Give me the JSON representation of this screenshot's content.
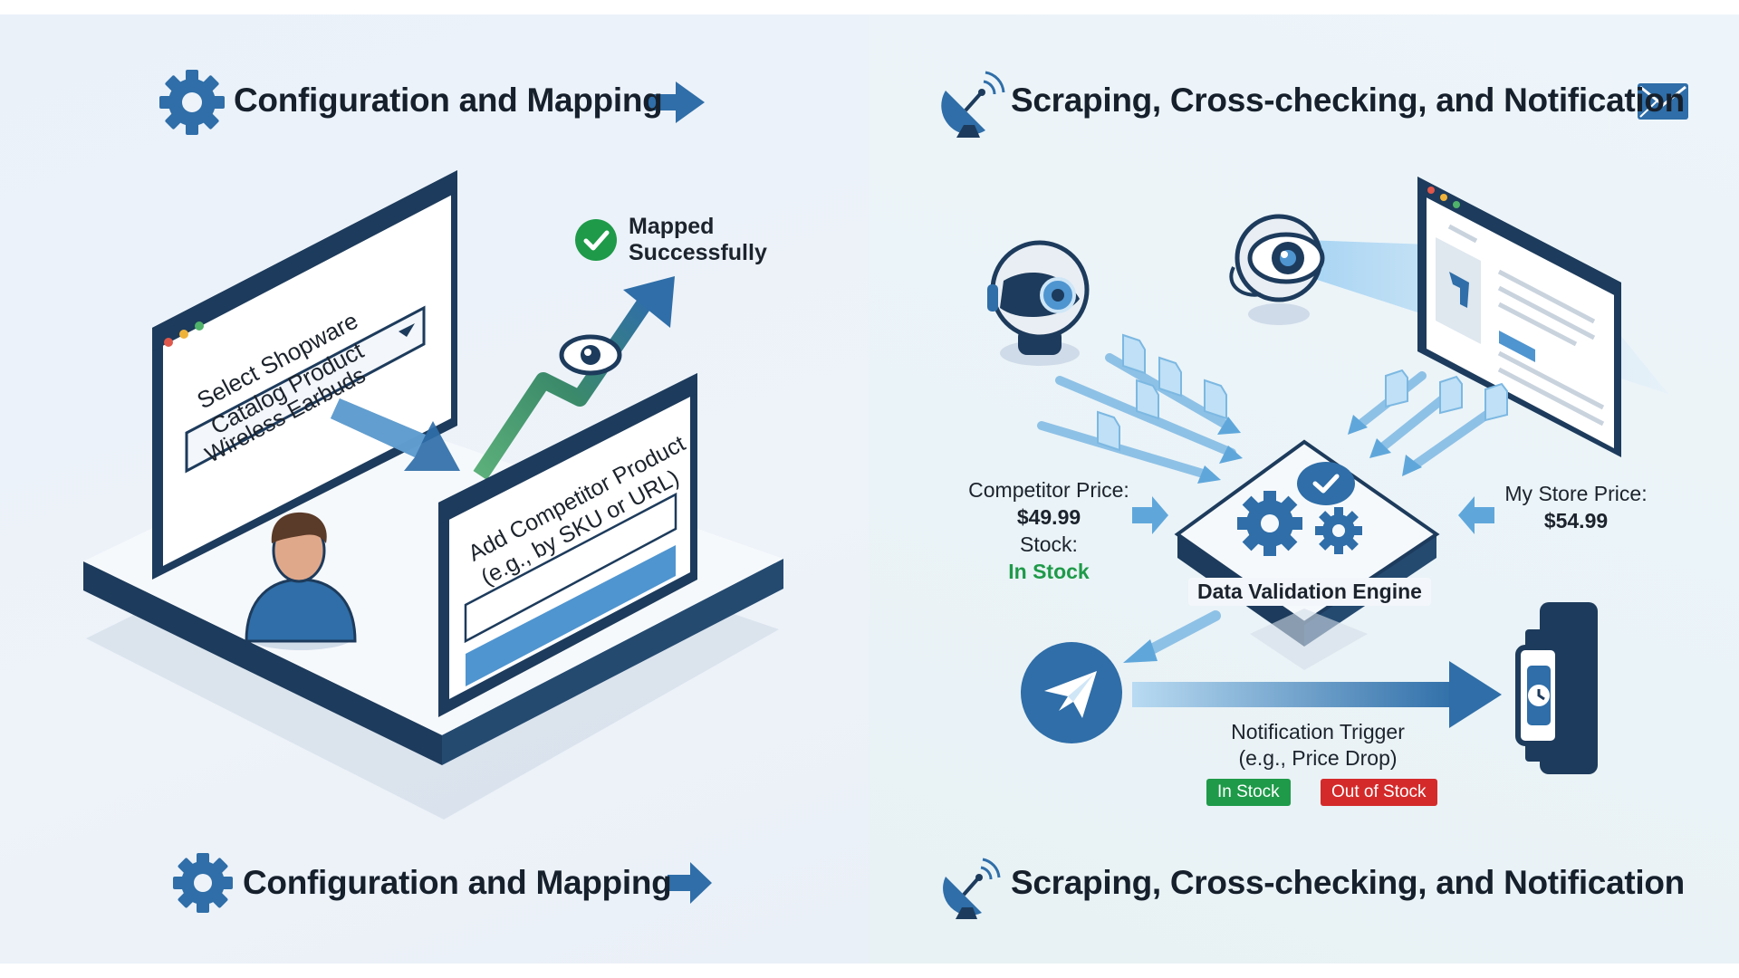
{
  "left": {
    "heading": "Configuration and Mapping",
    "footer_heading": "Configuration and Mapping",
    "select_form": {
      "title_line1": "Select Shopware",
      "title_line2": "Catalog Product",
      "selected_value": "Wireless Earbuds"
    },
    "competitor_form": {
      "title_line1": "Add Competitor Product",
      "title_line2": "(e.g., by SKU or URL)"
    },
    "status": {
      "line1": "Mapped",
      "line2": "Successfully"
    }
  },
  "right": {
    "heading": "Scraping, Cross-checking, and Notification",
    "footer_heading": "Scraping, Cross-checking, and Notification",
    "competitor": {
      "price_label": "Competitor Price:",
      "price_value": "$49.99",
      "stock_label": "Stock:",
      "stock_value": "In Stock"
    },
    "my_store": {
      "price_label": "My Store Price:",
      "price_value": "$54.99"
    },
    "engine_label": "Data Validation Engine",
    "trigger": {
      "line1": "Notification Trigger",
      "line2": "(e.g., Price Drop)"
    },
    "badges": {
      "in_stock": "In Stock",
      "out_of_stock": "Out of Stock"
    }
  },
  "colors": {
    "primary_blue": "#2f6ea8",
    "navy": "#1d3b5c",
    "light_blue": "#8ec1e6",
    "success_green": "#1e9a49",
    "danger_red": "#d42a2a"
  },
  "icons": [
    "gear-icon",
    "arrow-right-icon",
    "satellite-dish-icon",
    "envelope-icon",
    "check-circle-icon",
    "eye-icon",
    "robot-icon",
    "document-icon",
    "paper-plane-icon",
    "smartwatch-icon",
    "user-icon",
    "chevron-down-icon"
  ]
}
